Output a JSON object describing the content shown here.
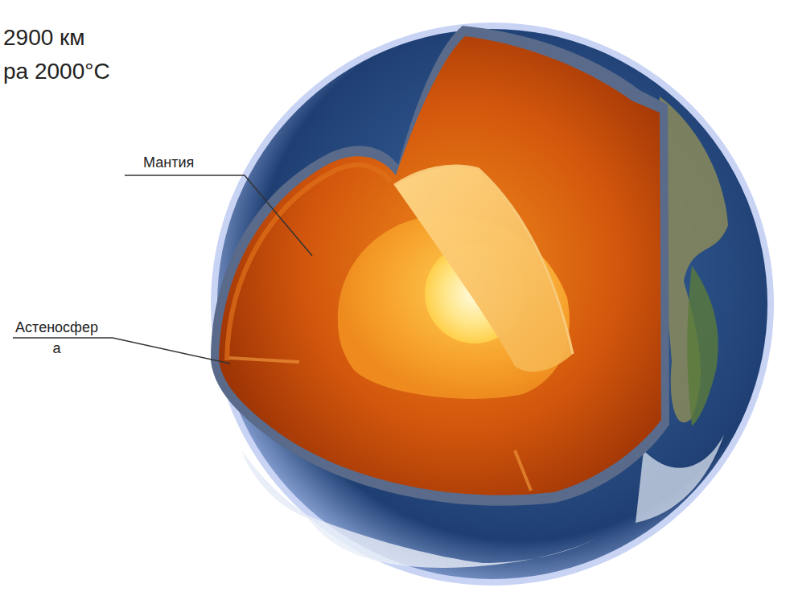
{
  "diagram": {
    "labels": [
      "2900 км",
      "ра 2000°C",
      "Мантия",
      "Астеносфер а"
    ]
  }
}
